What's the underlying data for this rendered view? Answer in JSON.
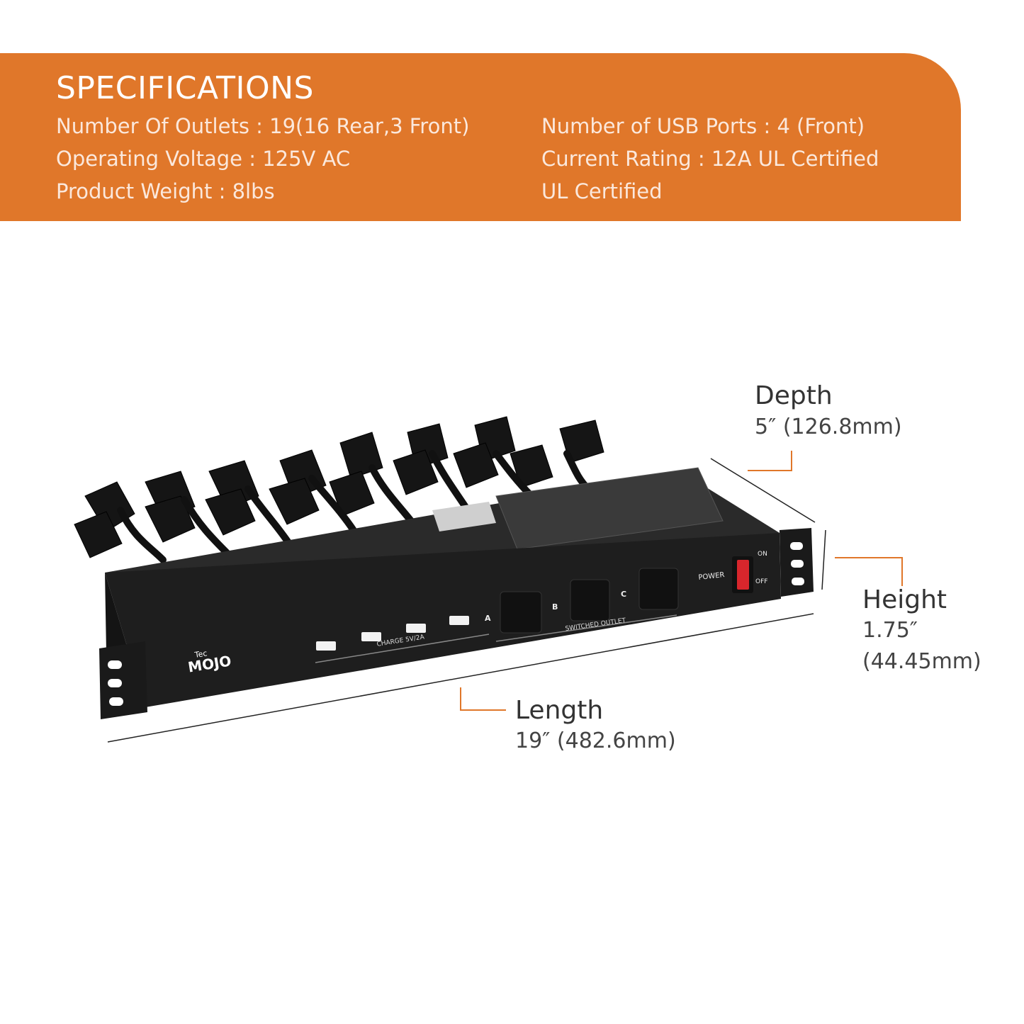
{
  "specifications": {
    "title": "SPECIFICATIONS",
    "left": [
      "Number Of Outlets : 19(16 Rear,3 Front)",
      "Operating Voltage : 125V AC",
      "Product Weight : 8lbs"
    ],
    "right": [
      "Number of USB Ports : 4 (Front)",
      "Current Rating : 12A UL Certified",
      "UL Certified"
    ]
  },
  "dimensions": {
    "depth": {
      "label": "Depth",
      "value": "5″ (126.8mm)"
    },
    "height": {
      "label": "Height",
      "value_line1": "1.75″",
      "value_line2": "(44.45mm)"
    },
    "length": {
      "label": "Length",
      "value": "19″ (482.6mm)"
    }
  },
  "product": {
    "brand_small": "Tec",
    "brand": "MOJO",
    "usb_label": "CHARGE 5V/2A",
    "outlet_letters": [
      "A",
      "B",
      "C"
    ],
    "switched_label": "SWITCHED OUTLET",
    "power_label": "POWER",
    "switch_on": "ON",
    "switch_off": "OFF"
  },
  "colors": {
    "banner": "#e0772a",
    "accent": "#e0772a",
    "device": "#1e1e1e",
    "switch": "#d8262c"
  }
}
